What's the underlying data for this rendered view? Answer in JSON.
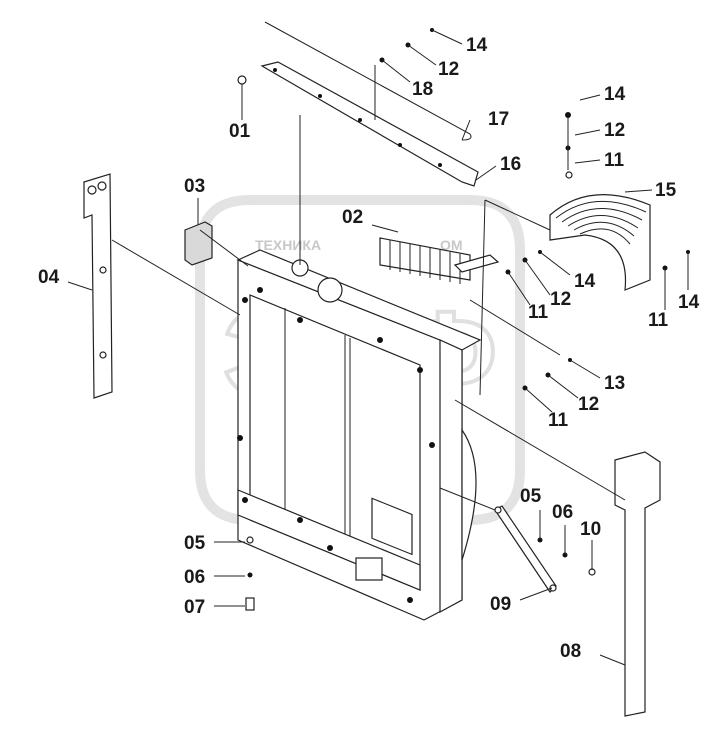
{
  "watermark": {
    "text_top": "ТЕХНИКА",
    "text_top_right": "ОМ",
    "letters": "ЭПФ"
  },
  "callouts": [
    {
      "id": "c01",
      "text": "01"
    },
    {
      "id": "c02",
      "text": "02"
    },
    {
      "id": "c03",
      "text": "03"
    },
    {
      "id": "c04",
      "text": "04"
    },
    {
      "id": "c05a",
      "text": "05"
    },
    {
      "id": "c06a",
      "text": "06"
    },
    {
      "id": "c07",
      "text": "07"
    },
    {
      "id": "c08",
      "text": "08"
    },
    {
      "id": "c09",
      "text": "09"
    },
    {
      "id": "c05b",
      "text": "05"
    },
    {
      "id": "c06b",
      "text": "06"
    },
    {
      "id": "c10",
      "text": "10"
    },
    {
      "id": "c11a",
      "text": "11"
    },
    {
      "id": "c11b",
      "text": "11"
    },
    {
      "id": "c11c",
      "text": "11"
    },
    {
      "id": "c11d",
      "text": "11"
    },
    {
      "id": "c12a",
      "text": "12"
    },
    {
      "id": "c12b",
      "text": "12"
    },
    {
      "id": "c12c",
      "text": "12"
    },
    {
      "id": "c12d",
      "text": "12"
    },
    {
      "id": "c13",
      "text": "13"
    },
    {
      "id": "c14a",
      "text": "14"
    },
    {
      "id": "c14b",
      "text": "14"
    },
    {
      "id": "c14c",
      "text": "14"
    },
    {
      "id": "c14d",
      "text": "14"
    },
    {
      "id": "c15",
      "text": "15"
    },
    {
      "id": "c16",
      "text": "16"
    },
    {
      "id": "c17",
      "text": "17"
    },
    {
      "id": "c18",
      "text": "18"
    }
  ]
}
